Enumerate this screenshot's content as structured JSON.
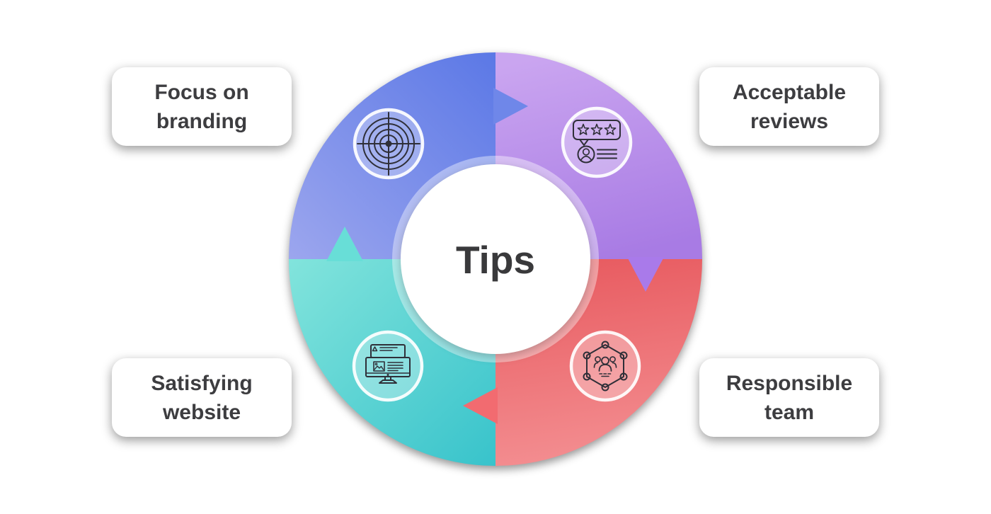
{
  "diagram": {
    "center_label": "Tips",
    "segments": [
      {
        "position": "top-left",
        "label_line1": "Focus on",
        "label_line2": "branding",
        "icon": "target-icon"
      },
      {
        "position": "top-right",
        "label_line1": "Acceptable",
        "label_line2": "reviews",
        "icon": "customer-review-icon"
      },
      {
        "position": "bottom-left",
        "label_line1": "Satisfying",
        "label_line2": "website",
        "icon": "website-monitor-icon"
      },
      {
        "position": "bottom-right",
        "label_line1": "Responsible",
        "label_line2": "team",
        "icon": "team-network-icon"
      }
    ],
    "colors": {
      "background": "#ffffff",
      "label_text": "#3d3d40",
      "center_text": "#39393b",
      "icon_stroke": "#2f2f38",
      "blue": {
        "light": "#9ca6ee",
        "dark": "#5b78e6",
        "arrow": "#6f87e9"
      },
      "purple": {
        "light": "#caa5f0",
        "dark": "#a87be4",
        "arrow": "#a97aea"
      },
      "teal": {
        "light": "#82e4dc",
        "dark": "#38c3cb",
        "arrow": "#68ded7"
      },
      "red": {
        "light": "#f49093",
        "dark": "#e85c61",
        "arrow": "#f26b70"
      }
    }
  }
}
